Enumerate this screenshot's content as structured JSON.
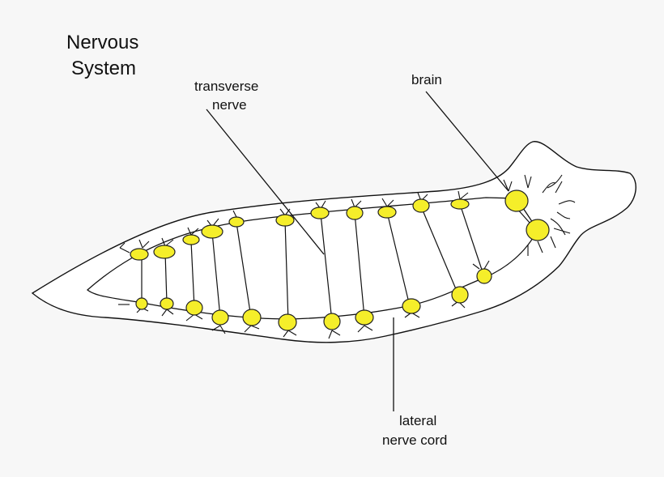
{
  "title": {
    "line1": "Nervous",
    "line2": "System"
  },
  "labels": {
    "transverse": {
      "line1": "transverse",
      "line2": "nerve"
    },
    "brain": {
      "line1": "brain"
    },
    "lateral": {
      "line1": "lateral",
      "line2": "nerve cord"
    }
  },
  "colors": {
    "background": "#f7f7f7",
    "body_fill": "#ffffff",
    "outline": "#111111",
    "ganglion": "#f5ee2a",
    "ganglion_stroke": "#222222"
  }
}
